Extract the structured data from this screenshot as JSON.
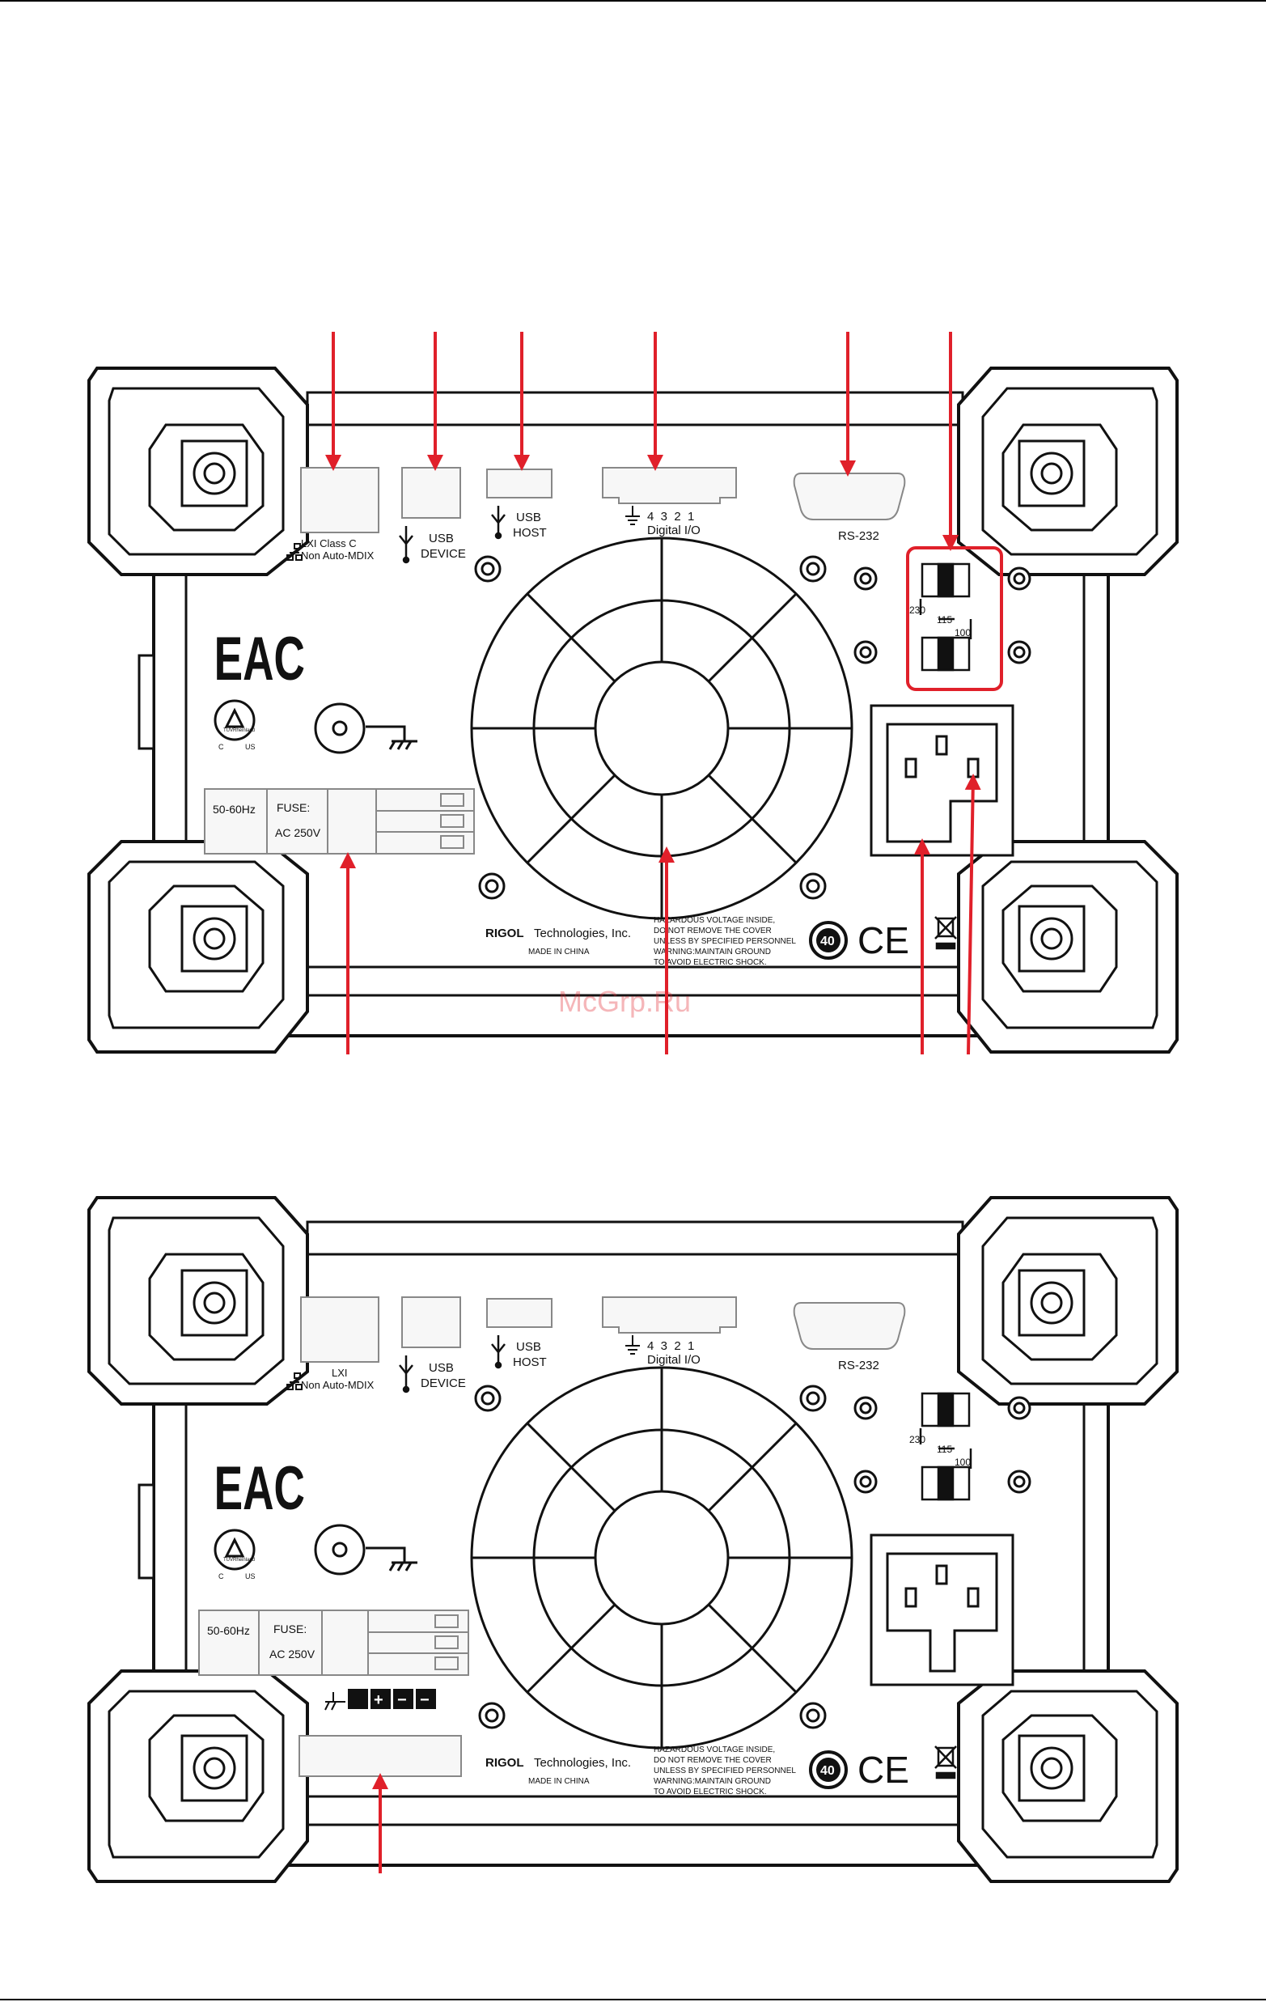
{
  "watermark": "McGrp.Ru",
  "colors": {
    "arrow": "#e0202a",
    "line": "#111111",
    "panel": "#ffffff",
    "panel_fill": "#f7f7f7"
  },
  "panels": [
    {
      "name": "panel-1",
      "lan_label_line1": "LXI Class C",
      "lan_label_line2": "Non Auto-MDIX",
      "usb_device_line1": "USB",
      "usb_device_line2": "DEVICE",
      "usb_host_line1": "USB",
      "usb_host_line2": "HOST",
      "digital_pins": "4  3  2  1",
      "digital_label": "Digital I/O",
      "rs232_label": "RS-232",
      "voltage_230": "230",
      "voltage_115": "115",
      "voltage_100": "100",
      "eac_mark": "EAC",
      "tuv_text": "TÜVRheinland",
      "tuv_c": "C",
      "tuv_us": "US",
      "freq": "50-60Hz",
      "fuse": "FUSE:",
      "ac": "AC 250V",
      "brand": "RIGOL",
      "company": "Technologies, Inc.",
      "made": "MADE IN CHINA",
      "warning": [
        "HAZARDOUS VOLTAGE INSIDE,",
        "DO NOT REMOVE THE COVER",
        "UNLESS BY SPECIFIED PERSONNEL",
        "WARNING:MAINTAIN GROUND",
        "TO AVOID ELECTRIC SHOCK."
      ],
      "efup": "40",
      "ce": "CE"
    },
    {
      "name": "panel-2",
      "lan_label_line1": "",
      "lan_label_line2": "Non Auto-MDIX",
      "lan_label_line1b": "LXI",
      "usb_device_line1": "USB",
      "usb_device_line2": "DEVICE",
      "usb_host_line1": "USB",
      "usb_host_line2": "HOST",
      "digital_pins": "4  3  2  1",
      "digital_label": "Digital I/O",
      "rs232_label": "RS-232",
      "voltage_230": "230",
      "voltage_115": "115",
      "voltage_100": "100",
      "eac_mark": "EAC",
      "tuv_text": "TÜVRheinland",
      "tuv_c": "C",
      "tuv_us": "US",
      "freq": "50-60Hz",
      "fuse": "FUSE:",
      "ac": "AC 250V",
      "sense_signs": [
        "+",
        "−",
        "−"
      ],
      "brand": "RIGOL",
      "company": "Technologies, Inc.",
      "made": "MADE IN CHINA",
      "warning": [
        "HAZARDOUS VOLTAGE INSIDE,",
        "DO NOT REMOVE THE COVER",
        "UNLESS BY SPECIFIED PERSONNEL",
        "WARNING:MAINTAIN GROUND",
        "TO AVOID ELECTRIC SHOCK."
      ],
      "efup": "40",
      "ce": "CE"
    }
  ]
}
